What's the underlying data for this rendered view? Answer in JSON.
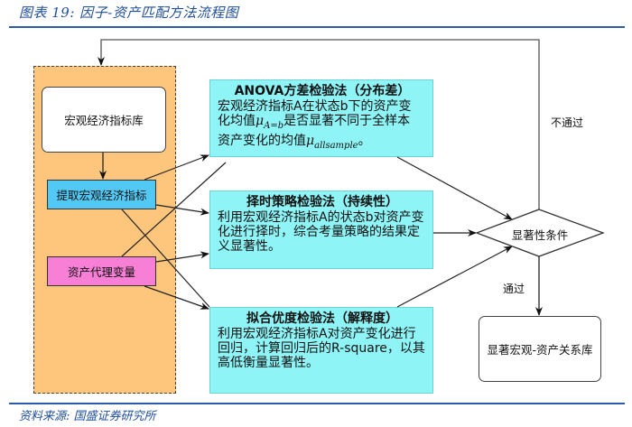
{
  "header": {
    "title": "图表 19:  因子-资产匹配方法流程图"
  },
  "footer": {
    "source": "资料来源:  国盛证券研究所"
  },
  "nodes": {
    "macro_library": "宏观经济指标库",
    "extract_indicator": "提取宏观经济指标",
    "asset_proxy": "资产代理变量",
    "method_anova": {
      "heading": "ANOVA方差检验法（分布差）",
      "line1": "宏观经济指标A在状态b下的资产变",
      "line2_pre": "化均值",
      "mu_sub1": "A=b",
      "line2_post": "是否显著不同于全样本",
      "line3_pre": "资产变化的均值",
      "mu_sub2": "allsample",
      "line3_post": "。"
    },
    "method_timing": {
      "heading": "择时策略检验法（持续性）",
      "body": "利用宏观经济指标A的状态b对资产变化进行择时，综合考量策略的结果定义显著性。"
    },
    "method_fit": {
      "heading": "拟合优度检验法（解释度）",
      "body": "利用宏观经济指标A对资产变化进行回归，计算回归后的R-square，以其高低衡量显著性。"
    },
    "decision": "显著性条件",
    "result_library": "显著宏观-资产关系库"
  },
  "edge_labels": {
    "fail": "不通过",
    "pass": "通过"
  },
  "mu_symbol": "μ",
  "colors": {
    "title_blue": "#1f4e9a",
    "group_orange": "#fdc67c",
    "extract_blue": "#52c9f5",
    "proxy_pink": "#f77fd5",
    "method_cyan": "#8ef4f6"
  }
}
